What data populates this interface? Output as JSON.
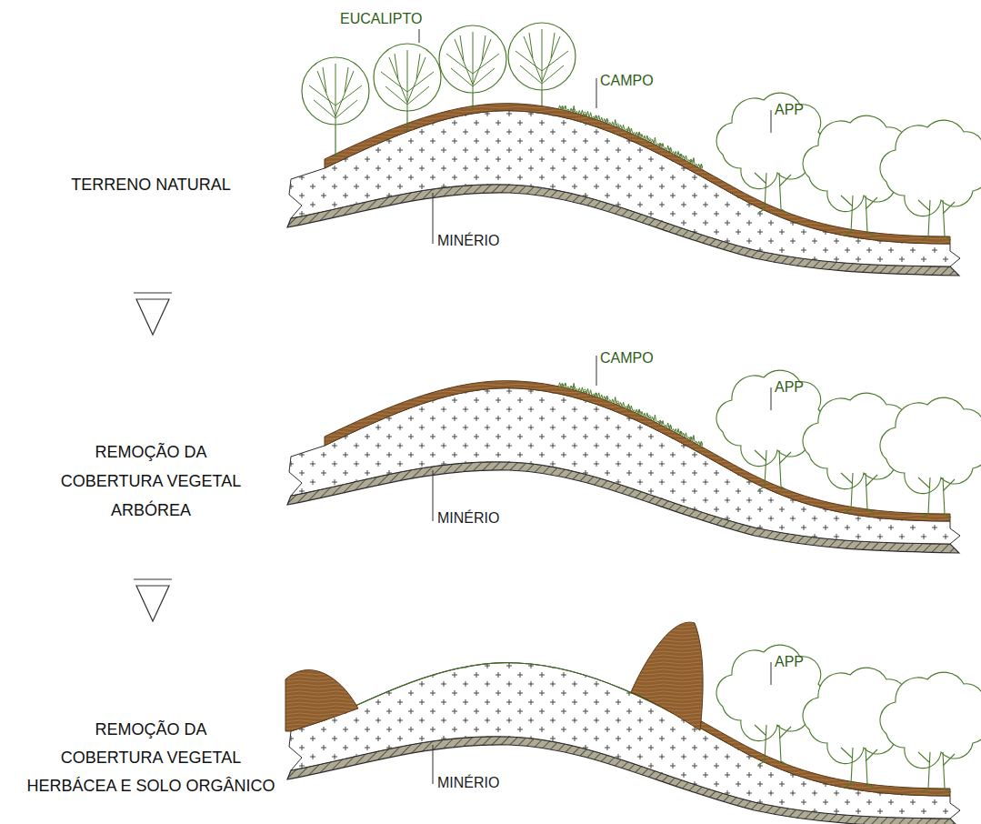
{
  "diagram": {
    "labels": [
      "EUCALIPTO",
      "CAMPO",
      "APP",
      "TERRENO NATURAL",
      "MINÉRIO",
      "CAMPO",
      "APP",
      "REMOÇÃO DA COBERTURA VEGETAL ARBÓREA",
      "MINÉRIO",
      "APP",
      "REMOÇÃO DA COBERTURA VEGETAL HERBÁCEA E SOLO ORGÂNICO",
      "MINÉRIO"
    ]
  }
}
